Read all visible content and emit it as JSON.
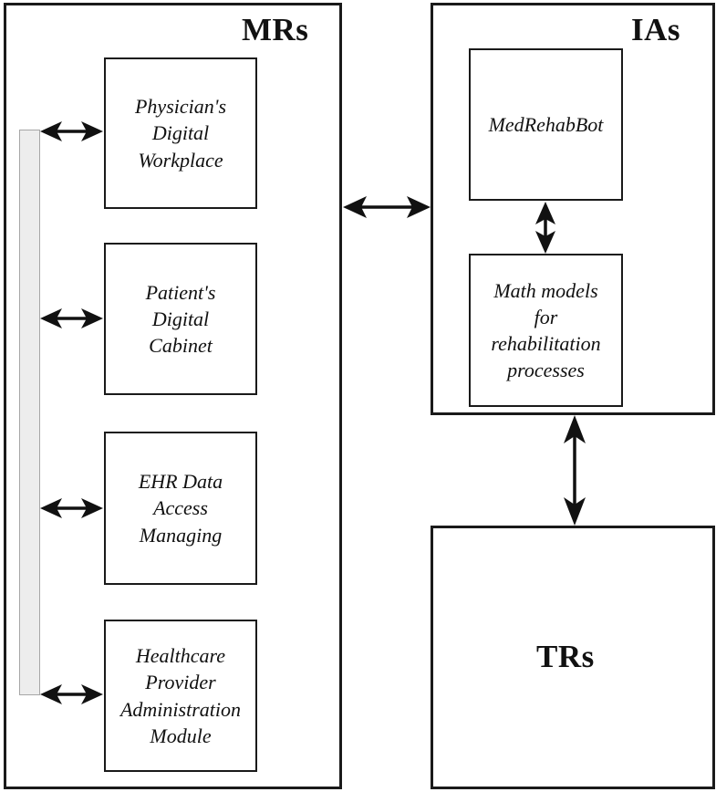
{
  "diagram": {
    "title_mrs": "MRs",
    "title_ias": "IAs",
    "title_trs": "TRs",
    "colors": {
      "stroke": "#1a1a1a",
      "bus_fill": "#ededed",
      "bus_border": "#a6a6a6",
      "background": "#ffffff"
    }
  },
  "mrs": {
    "label": "MRs",
    "bus_bar_name": "integration-bus",
    "boxes": [
      {
        "id": "physician-digital-workplace",
        "label": "Physician's\nDigital\nWorkplace"
      },
      {
        "id": "patients-digital-cabinet",
        "label": "Patient's\nDigital\nCabinet"
      },
      {
        "id": "ehr-data-access-managing",
        "label": "EHR Data\nAccess\nManaging"
      },
      {
        "id": "healthcare-provider-administration-module",
        "label": "Healthcare\nProvider\nAdministration\nModule"
      }
    ]
  },
  "ias": {
    "label": "IAs",
    "boxes": [
      {
        "id": "medrehabbot",
        "label": "MedRehabBot"
      },
      {
        "id": "math-models-rehabilitation",
        "label": "Math models\nfor\nrehabilitation\nprocesses"
      }
    ]
  },
  "trs": {
    "label": "TRs"
  },
  "connectors": [
    {
      "id": "bus-to-physician",
      "type": "bidirectional",
      "orientation": "horizontal"
    },
    {
      "id": "bus-to-patient",
      "type": "bidirectional",
      "orientation": "horizontal"
    },
    {
      "id": "bus-to-ehr",
      "type": "bidirectional",
      "orientation": "horizontal"
    },
    {
      "id": "bus-to-admin",
      "type": "bidirectional",
      "orientation": "horizontal"
    },
    {
      "id": "mrs-to-ias",
      "type": "bidirectional",
      "orientation": "horizontal"
    },
    {
      "id": "medrehabbot-to-math",
      "type": "bidirectional",
      "orientation": "vertical"
    },
    {
      "id": "ias-to-trs",
      "type": "bidirectional",
      "orientation": "vertical"
    }
  ]
}
